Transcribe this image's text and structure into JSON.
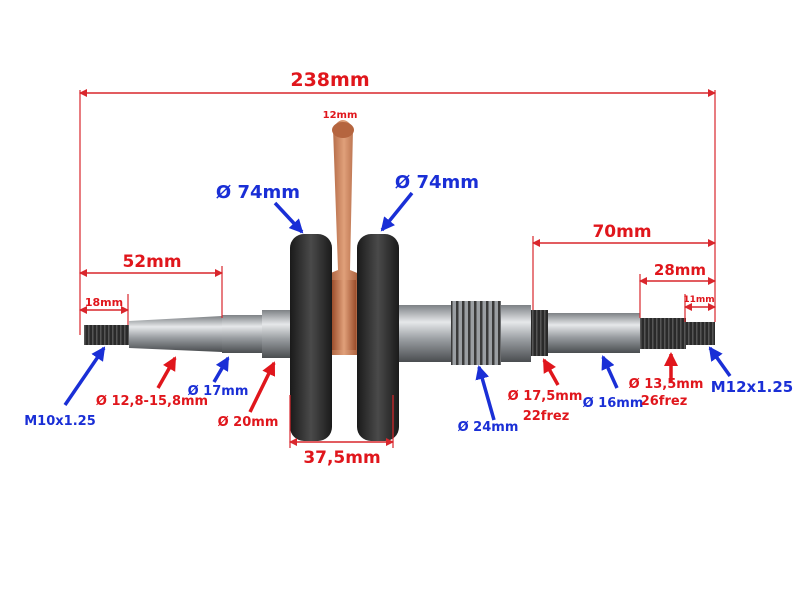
{
  "colors": {
    "red": "#e0161c",
    "blue": "#1a2fd6",
    "copper": "#c7704a",
    "steel": "#b8bcc0",
    "dark": "#2b2b2b"
  },
  "dimensions": {
    "overall_length": "238mm",
    "left_shaft_length": "52mm",
    "left_thread_length": "18mm",
    "right_shaft_length": "70mm",
    "right_spline_length": "28mm",
    "right_thread_length": "11mm",
    "conrod_width": "12mm",
    "flywheel_spacing": "37,5mm"
  },
  "labels": {
    "flywheel_left_dia": "Ø 74mm",
    "flywheel_right_dia": "Ø 74mm",
    "left_thread": "M10x1.25",
    "left_taper": "Ø 12,8-15,8mm",
    "left_dia_17": "Ø 17mm",
    "left_dia_20": "Ø 20mm",
    "right_dia_24": "Ø 24mm",
    "right_spline_175": "Ø 17,5mm",
    "right_spline_175_teeth": "22frez",
    "right_dia_16": "Ø 16mm",
    "right_spline_135": "Ø 13,5mm",
    "right_spline_135_teeth": "26frez",
    "right_thread": "M12x1.25"
  }
}
